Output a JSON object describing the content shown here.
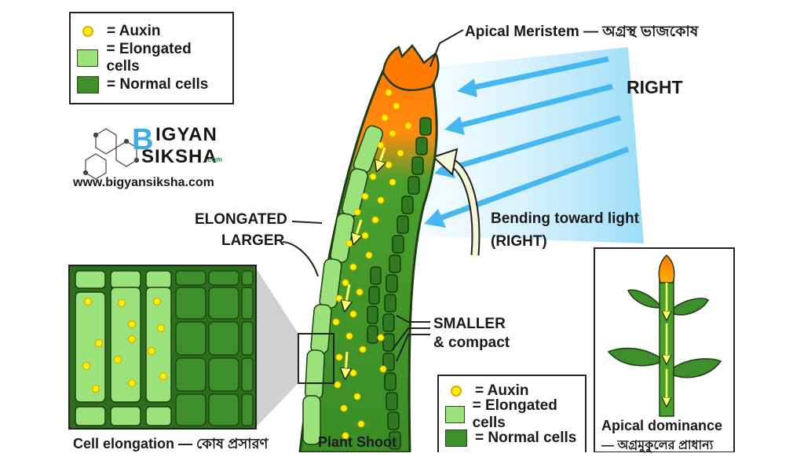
{
  "legend_top": {
    "items": [
      {
        "label": "= Auxin",
        "kind": "dot",
        "color": "#fff200"
      },
      {
        "label": "= Elongated cells",
        "kind": "swatch",
        "color": "#9be27a"
      },
      {
        "label": "= Normal cells",
        "kind": "swatch",
        "color": "#3d8f2b"
      }
    ]
  },
  "legend_bottom": {
    "items": [
      {
        "label": "= Auxin",
        "kind": "dot",
        "color": "#fff200"
      },
      {
        "label": "= Elongated cells",
        "kind": "swatch",
        "color": "#9be27a"
      },
      {
        "label": "= Normal cells",
        "kind": "swatch",
        "color": "#3d8f2b"
      }
    ]
  },
  "brand": {
    "line1": "IGYAN",
    "line2": "SIKSHA",
    "suffix": ".com",
    "url": "www.bigyansiksha.com"
  },
  "labels": {
    "apical_meristem": "Apical Meristem — অগ্রস্থ ভাজকোষ",
    "right": "RIGHT",
    "bending": "Bending toward light",
    "bending_sub": "(RIGHT)",
    "elongated": "ELONGATED",
    "larger": "LARGER",
    "smaller": "SMALLER",
    "compact": "& compact",
    "cell_elongation": "Cell elongation — কোষ প্রসারণ",
    "plant_shoot": "Plant Shoot",
    "apical_dominance": "Apical dominance",
    "apical_dominance_bn": "— অগ্রমুকুলের প্রাধান্য"
  },
  "colors": {
    "auxin": "#fff200",
    "elongated_cell": "#9be27a",
    "normal_cell": "#3d8f2b",
    "tip": "#ff7a00",
    "light": "#9fdcf5"
  }
}
